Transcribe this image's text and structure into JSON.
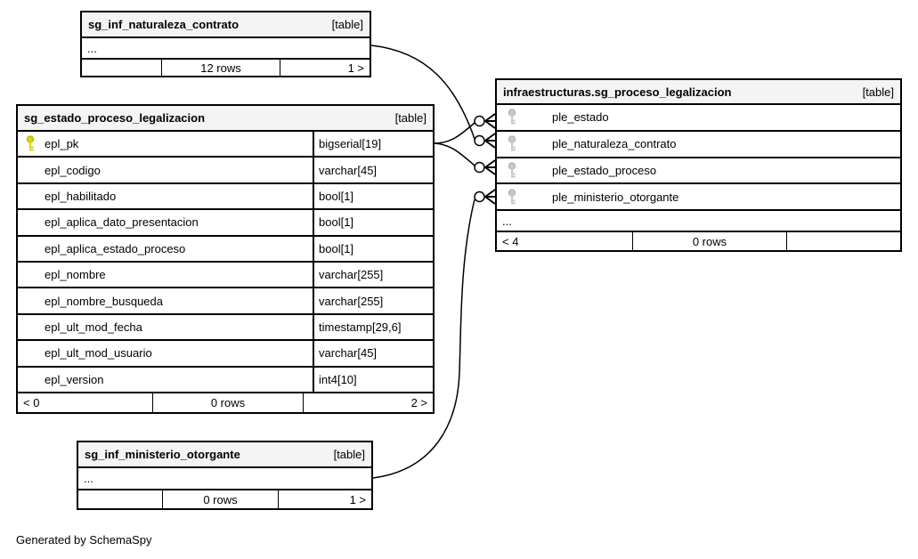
{
  "diagram": {
    "generator_note": "Generated by SchemaSpy"
  },
  "colors": {
    "primary_key": "#d9d900",
    "foreign_key": "#c9c9c9",
    "header_bg": "#f4f4f4",
    "border": "#000000"
  },
  "tables": {
    "naturaleza_contrato": {
      "title": "sg_inf_naturaleza_contrato",
      "badge": "[table]",
      "ellipsis": "...",
      "footer": {
        "left": "",
        "center": "12 rows",
        "right": "1 >"
      }
    },
    "estado_proceso_legalizacion": {
      "title": "sg_estado_proceso_legalizacion",
      "badge": "[table]",
      "columns": [
        {
          "name": "epl_pk",
          "type": "bigserial[19]",
          "key": "primary"
        },
        {
          "name": "epl_codigo",
          "type": "varchar[45]",
          "key": ""
        },
        {
          "name": "epl_habilitado",
          "type": "bool[1]",
          "key": ""
        },
        {
          "name": "epl_aplica_dato_presentacion",
          "type": "bool[1]",
          "key": ""
        },
        {
          "name": "epl_aplica_estado_proceso",
          "type": "bool[1]",
          "key": ""
        },
        {
          "name": "epl_nombre",
          "type": "varchar[255]",
          "key": ""
        },
        {
          "name": "epl_nombre_busqueda",
          "type": "varchar[255]",
          "key": ""
        },
        {
          "name": "epl_ult_mod_fecha",
          "type": "timestamp[29,6]",
          "key": ""
        },
        {
          "name": "epl_ult_mod_usuario",
          "type": "varchar[45]",
          "key": ""
        },
        {
          "name": "epl_version",
          "type": "int4[10]",
          "key": ""
        }
      ],
      "footer": {
        "left": "< 0",
        "center": "0 rows",
        "right": "2 >"
      }
    },
    "proceso_legalizacion": {
      "title": "infraestructuras.sg_proceso_legalizacion",
      "badge": "[table]",
      "columns": [
        {
          "name": "ple_estado",
          "key": "foreign"
        },
        {
          "name": "ple_naturaleza_contrato",
          "key": "foreign"
        },
        {
          "name": "ple_estado_proceso",
          "key": "foreign"
        },
        {
          "name": "ple_ministerio_otorgante",
          "key": "foreign"
        }
      ],
      "ellipsis": "...",
      "footer": {
        "left": "< 4",
        "center": "0 rows",
        "right": ""
      }
    },
    "ministerio_otorgante": {
      "title": "sg_inf_ministerio_otorgante",
      "badge": "[table]",
      "ellipsis": "...",
      "footer": {
        "left": "",
        "center": "0 rows",
        "right": "1 >"
      }
    }
  },
  "relationships": [
    {
      "from": "sg_inf_naturaleza_contrato",
      "to_column": "ple_naturaleza_contrato"
    },
    {
      "from": "sg_estado_proceso_legalizacion.epl_pk",
      "to_column": "ple_estado"
    },
    {
      "from": "sg_estado_proceso_legalizacion.epl_pk",
      "to_column": "ple_estado_proceso"
    },
    {
      "from": "sg_inf_ministerio_otorgante",
      "to_column": "ple_ministerio_otorgante"
    }
  ]
}
